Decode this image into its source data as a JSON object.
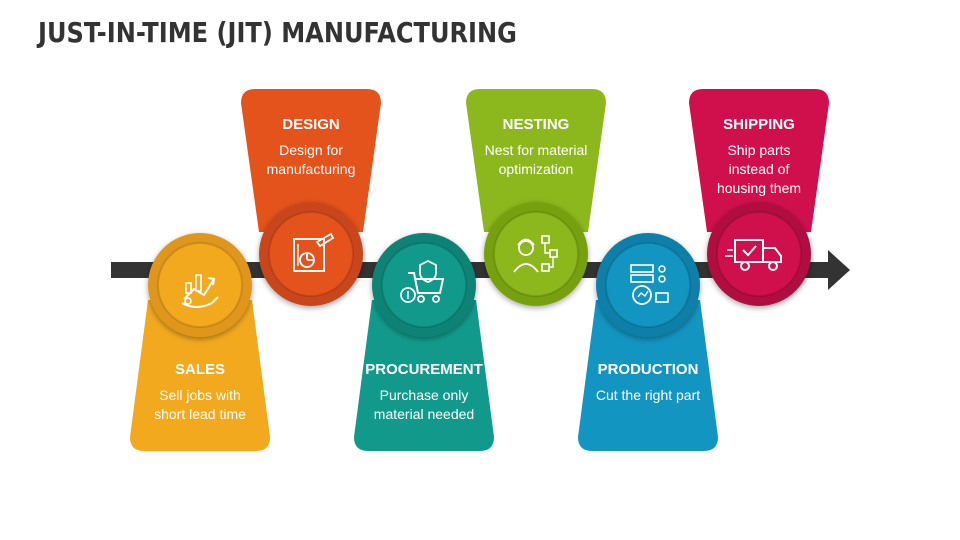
{
  "title": "JUST-IN-TIME (JIT) MANUFACTURING",
  "steps": [
    {
      "heading": "SALES",
      "text_lines": [
        "Sell jobs with",
        "short lead time"
      ],
      "color": "#F2A91E",
      "color_dark": "#E0951A",
      "icon": "hand-growth-chart-icon",
      "position": "bottom"
    },
    {
      "heading": "DESIGN",
      "text_lines": [
        "Design for",
        "manufacturing"
      ],
      "color": "#E4531B",
      "color_dark": "#C9451A",
      "icon": "design-drawing-icon",
      "position": "top"
    },
    {
      "heading": "PROCUREMENT",
      "text_lines": [
        "Purchase only",
        "material needed"
      ],
      "color": "#119A8C",
      "color_dark": "#0B8275",
      "icon": "cart-dollar-gear-icon",
      "position": "bottom"
    },
    {
      "heading": "NESTING",
      "text_lines": [
        "Nest for material",
        "optimization"
      ],
      "color": "#8CB81E",
      "color_dark": "#76A010",
      "icon": "worker-checklist-icon",
      "position": "top"
    },
    {
      "heading": "PRODUCTION",
      "text_lines": [
        "Cut the right part"
      ],
      "color": "#1395C2",
      "color_dark": "#0E7FA8",
      "icon": "server-gear-icon",
      "position": "bottom"
    },
    {
      "heading": "SHIPPING",
      "text_lines": [
        "Ship parts",
        "instead of",
        "housing them"
      ],
      "color": "#D0104C",
      "color_dark": "#B00C40",
      "icon": "delivery-truck-icon",
      "position": "top"
    }
  ],
  "arrow_color": "#333333"
}
